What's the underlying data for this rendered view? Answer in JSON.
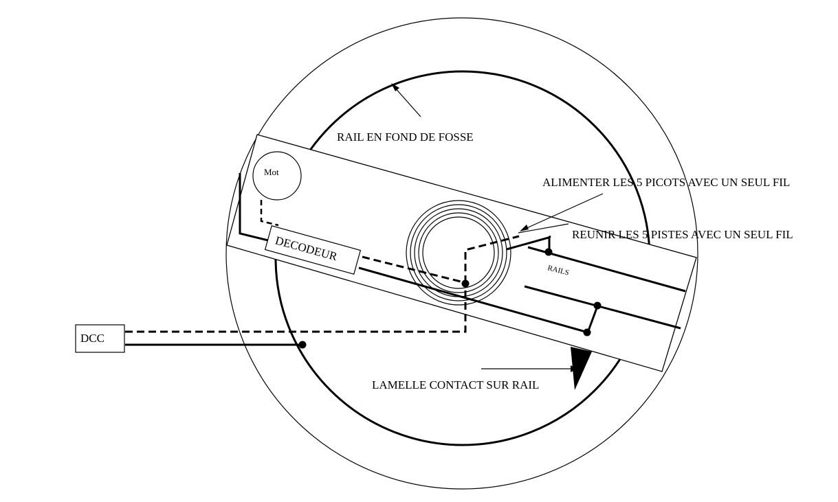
{
  "labels": {
    "rail_fond": "RAIL EN FOND DE FOSSE",
    "alimenter": "ALIMENTER LES 5 PICOTS AVEC UN SEUL FIL",
    "reunir": "REUNIR LES 5 PISTES AVEC UN SEUL FIL",
    "lamelle": "LAMELLE CONTACT SUR RAIL",
    "rails": "RAILS",
    "decodeur": "DECODEUR",
    "mot": "Mot",
    "dcc": "DCC"
  },
  "colors": {
    "stroke": "#000000",
    "background": "#ffffff"
  }
}
